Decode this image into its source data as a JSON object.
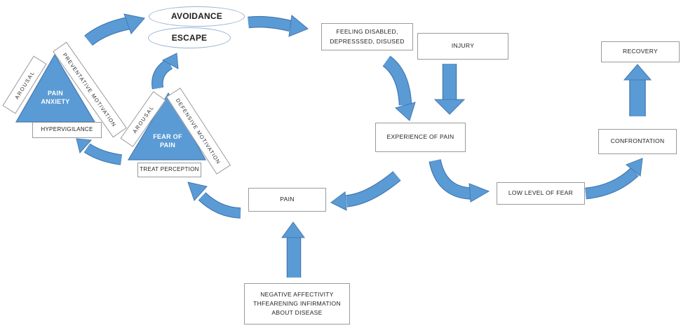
{
  "diagram_title": "fear-avoidance model of pain",
  "colors": {
    "shape_blue": "#5b9bd5",
    "shape_blue_outline": "#4579b2",
    "ellipse_stroke": "#95b3d7",
    "box_border": "#9a9a9a",
    "text": "#1f1f1f",
    "triangle_text": "#ffffff"
  },
  "nodes": {
    "avoidance": "AVOIDANCE",
    "escape": "ESCAPE",
    "pain_anxiety": [
      "PAIN",
      "ANXIETY"
    ],
    "fear_of_pain": [
      "FEAR OF",
      "PAIN"
    ],
    "arousal_left": "AROUSAL",
    "preventative_motivation": "PREVENTATIVE MOTIVATION",
    "arousal_right": "AROUSAL",
    "defensive_motivation": "DEFENSIVE MOTIVATION",
    "hypervigilance": "HYPERVIGILANCE",
    "threat_perception": "TREAT PERCEPTION",
    "feeling_disabled": [
      "FEELING DISABLED,",
      "DEPRESSSED, DISUSED"
    ],
    "injury": "INJURY",
    "experience_of_pain": "EXPERIENCE OF PAIN",
    "recovery": "RECOVERY",
    "confrontation": "CONFRONTATION",
    "low_level_of_fear": "LOW LEVEL OF FEAR",
    "pain": "PAIN",
    "negative_affectivity": [
      "NEGATIVE AFFECTIVITY",
      "THFEARENING INFIRMATION",
      "ABOUT DISEASE"
    ]
  },
  "edges": [
    {
      "from": "pain-anxiety",
      "to": "avoidance"
    },
    {
      "from": "fear-of-pain",
      "to": "escape"
    },
    {
      "from": "avoidance",
      "to": "feeling-disabled"
    },
    {
      "from": "feeling-disabled",
      "to": "experience-of-pain"
    },
    {
      "from": "injury",
      "to": "experience-of-pain"
    },
    {
      "from": "experience-of-pain",
      "to": "pain"
    },
    {
      "from": "experience-of-pain",
      "to": "low-level-of-fear"
    },
    {
      "from": "low-level-of-fear",
      "to": "confrontation"
    },
    {
      "from": "confrontation",
      "to": "recovery"
    },
    {
      "from": "negative-affectivity",
      "to": "pain"
    },
    {
      "from": "pain",
      "to": "threat-perception"
    },
    {
      "from": "fear-of-pain",
      "to": "hypervigilance"
    }
  ]
}
